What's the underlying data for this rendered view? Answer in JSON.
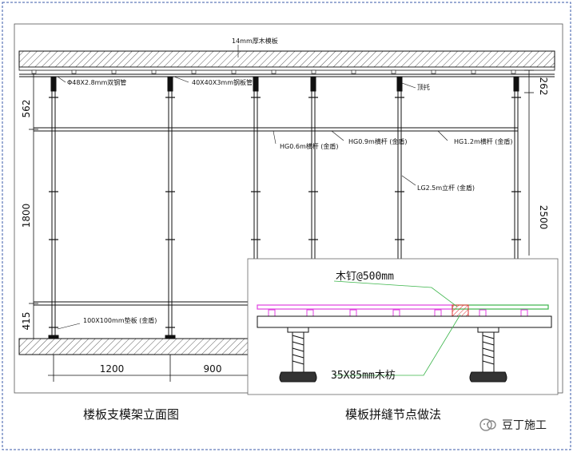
{
  "left_diagram": {
    "top_label": "14mm厚木模板",
    "steel_pipe_label": "Φ48X2.8mm双钢管",
    "square_tube_label": "40X40X3mm钢板管",
    "jack_label": "顶托",
    "hg06_label": "HG0.6m横杆 (金盾)",
    "hg09_label": "HG0.9m横杆 (金盾)",
    "hg12_label": "HG1.2m横杆 (金盾)",
    "lg25_label": "LG2.5m立杆 (金盾)",
    "base_label": "100X100mm垫板 (金盾)",
    "dim_left_top": "562",
    "dim_left_mid": "1800",
    "dim_left_bottom": "415",
    "dim_right_top": "262",
    "dim_right_mid": "2500",
    "dim_bottom_1": "1200",
    "dim_bottom_2": "900"
  },
  "detail": {
    "nail_label": "木钉@500mm",
    "batten_label": "35X85mm木枋"
  },
  "captions": {
    "left": "楼板支模架立面图",
    "right": "模板拼缝节点做法"
  },
  "brand": {
    "text": "豆丁施工"
  },
  "colors": {
    "line": "#111111",
    "accent_green": "#3bb54a",
    "accent_magenta": "#e040e0",
    "accent_red": "#e03030",
    "frame_blue": "#3a5aa8"
  }
}
